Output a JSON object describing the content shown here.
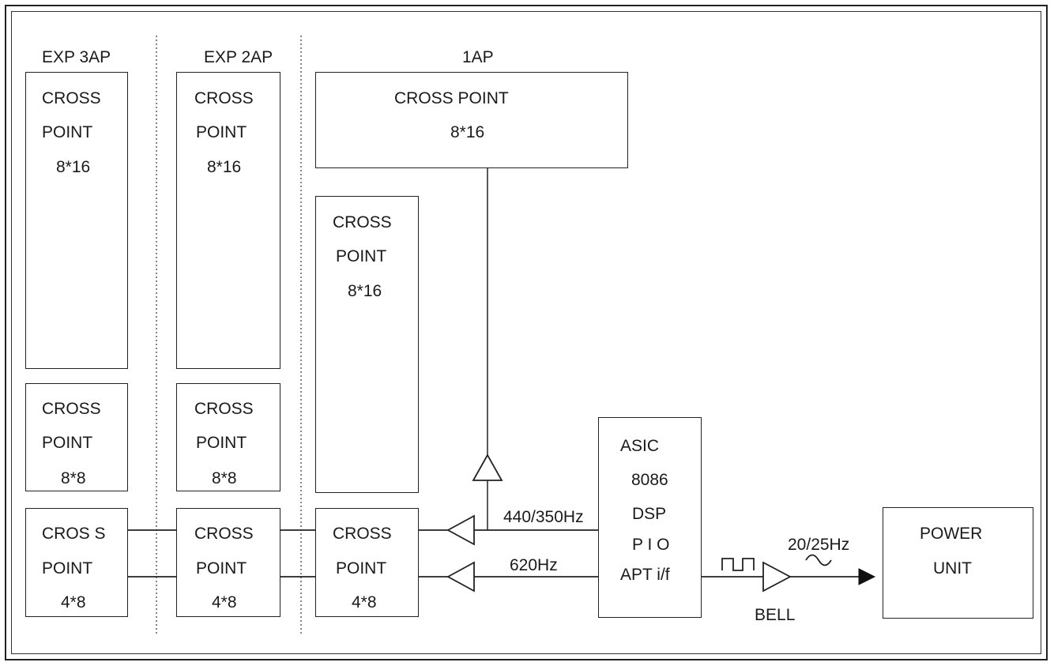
{
  "columns": {
    "exp3": "EXP 3AP",
    "exp2": "EXP 2AP",
    "ap1": "1AP"
  },
  "exp3": {
    "cp16": [
      "CROSS",
      "POINT",
      "8*16"
    ],
    "cp8": [
      "CROSS",
      "POINT",
      "8*8"
    ],
    "cp4": [
      "CROS S",
      "POINT",
      "4*8"
    ]
  },
  "exp2": {
    "cp16": [
      "CROSS",
      "POINT",
      "8*16"
    ],
    "cp8": [
      "CROSS",
      "POINT",
      "8*8"
    ],
    "cp4": [
      "CROSS",
      "POINT",
      "4*8"
    ]
  },
  "ap1": {
    "cp_top": [
      "CROSS POINT",
      "8*16"
    ],
    "cp16": [
      "CROSS",
      "POINT",
      "8*16"
    ],
    "cp4": [
      "CROSS",
      "POINT",
      "4*8"
    ]
  },
  "asic": [
    "ASIC",
    "8086",
    "DSP",
    "P I O",
    "APT i/f"
  ],
  "signals": {
    "tone1": "440/350Hz",
    "tone2": "620Hz",
    "ring": "20/25Hz",
    "bell": "BELL"
  },
  "power": [
    "POWER",
    "UNIT"
  ]
}
